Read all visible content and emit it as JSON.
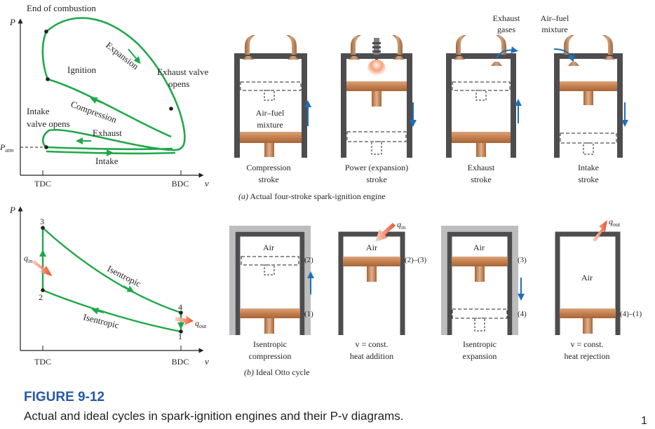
{
  "top_pv": {
    "axis_p": "P",
    "axis_v": "v",
    "tick_tdc": "TDC",
    "tick_bdc": "BDC",
    "p_atm_main": "P",
    "p_atm_sub": "atm",
    "label_end_combustion": "End of combustion",
    "label_ignition": "Ignition",
    "label_expansion": "Expansion",
    "label_exhaust_valve_1": "Exhaust valve",
    "label_exhaust_valve_2": "opens",
    "label_compression": "Compression",
    "label_intake_valve_1": "Intake",
    "label_intake_valve_2": "valve opens",
    "label_exhaust": "Exhaust",
    "label_intake": "Intake"
  },
  "bottom_pv": {
    "axis_p": "P",
    "axis_v": "v",
    "tick_tdc": "TDC",
    "tick_bdc": "BDC",
    "pt1": "1",
    "pt2": "2",
    "pt3": "3",
    "pt4": "4",
    "qin_main": "q",
    "qin_sub": "in",
    "qout_main": "q",
    "qout_sub": "out",
    "label_isentropic_upper": "Isentropic",
    "label_isentropic_lower": "Isentropic"
  },
  "actual_engine": {
    "exhaust_gases_1": "Exhaust",
    "exhaust_gases_2": "gases",
    "air_fuel_top_1": "Air–fuel",
    "air_fuel_top_2": "mixture",
    "air_fuel_cyl_1": "Air–fuel",
    "air_fuel_cyl_2": "mixture",
    "caption_part": "(a)",
    "caption_text": "Actual four-stroke spark-ignition engine",
    "strokes": [
      {
        "line1": "Compression",
        "line2": "stroke"
      },
      {
        "line1": "Power (expansion)",
        "line2": "stroke"
      },
      {
        "line1": "Exhaust",
        "line2": "stroke"
      },
      {
        "line1": "Intake",
        "line2": "stroke"
      }
    ]
  },
  "ideal_cycle": {
    "air_1": "Air",
    "air_2": "Air",
    "air_3": "Air",
    "air_4": "Air",
    "state_2": "(2)",
    "state_1": "(1)",
    "state_23": "(2)–(3)",
    "state_3": "(3)",
    "state_4": "(4)",
    "state_41": "(4)–(1)",
    "qin_main": "q",
    "qin_sub": "in",
    "qout_main": "q",
    "qout_sub": "out",
    "caption_part": "(b)",
    "caption_text": "Ideal Otto cycle",
    "processes": [
      {
        "line1": "Isentropic",
        "line2": "compression"
      },
      {
        "line1": "v = const.",
        "line2": "heat addition"
      },
      {
        "line1": "Isentropic",
        "line2": "expansion"
      },
      {
        "line1": "v = const.",
        "line2": "heat rejection"
      }
    ]
  },
  "figure": {
    "title": "FIGURE 9-12",
    "caption": "Actual and ideal cycles in spark-ignition engines and their P-v diagrams.",
    "slide_number": "1"
  }
}
